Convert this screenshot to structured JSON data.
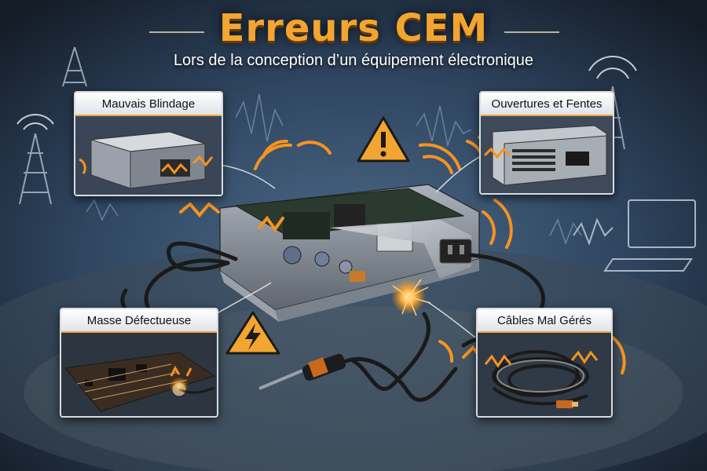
{
  "title": "Erreurs CEM",
  "subtitle": "Lors de la conception d’un équipement électronique",
  "panels": {
    "shielding": {
      "label": "Mauvais Blindage"
    },
    "openings": {
      "label": "Ouvertures et Fentes"
    },
    "ground": {
      "label": "Masse Défectueuse"
    },
    "cables": {
      "label": "Câbles Mal Gérés"
    }
  },
  "colors": {
    "accent": "#f2a531",
    "wave": "#f7931e",
    "background": "#1c2735",
    "metal": "#b8bec6"
  },
  "icons": [
    "warning-icon",
    "lightning-warning-icon",
    "radio-tower-icon",
    "computer-icon",
    "connector-icon"
  ]
}
